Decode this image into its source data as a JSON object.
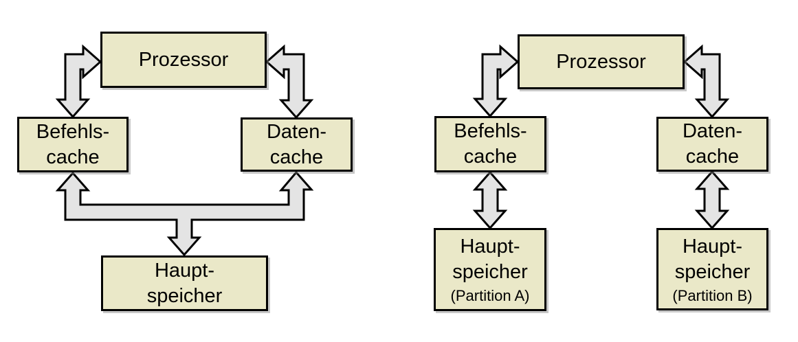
{
  "colors": {
    "background": "#ffffff",
    "box_fill": "#eae8c8",
    "box_border": "#000000",
    "arrow_fill": "#e4e4e4",
    "arrow_outline": "#000000",
    "text": "#000000"
  },
  "diagram_left": {
    "nodes": {
      "prozessor": {
        "label": "Prozessor"
      },
      "befehlscache": {
        "line1": "Befehls-",
        "line2": "cache"
      },
      "datencache": {
        "line1": "Daten-",
        "line2": "cache"
      },
      "hauptspeicher": {
        "line1": "Haupt-",
        "line2": "speicher"
      }
    }
  },
  "diagram_right": {
    "nodes": {
      "prozessor": {
        "label": "Prozessor"
      },
      "befehlscache": {
        "line1": "Befehls-",
        "line2": "cache"
      },
      "datencache": {
        "line1": "Daten-",
        "line2": "cache"
      },
      "hauptspeicher_a": {
        "line1": "Haupt-",
        "line2": "speicher",
        "subtitle": "(Partition A)"
      },
      "hauptspeicher_b": {
        "line1": "Haupt-",
        "line2": "speicher",
        "subtitle": "(Partition B)"
      }
    }
  }
}
